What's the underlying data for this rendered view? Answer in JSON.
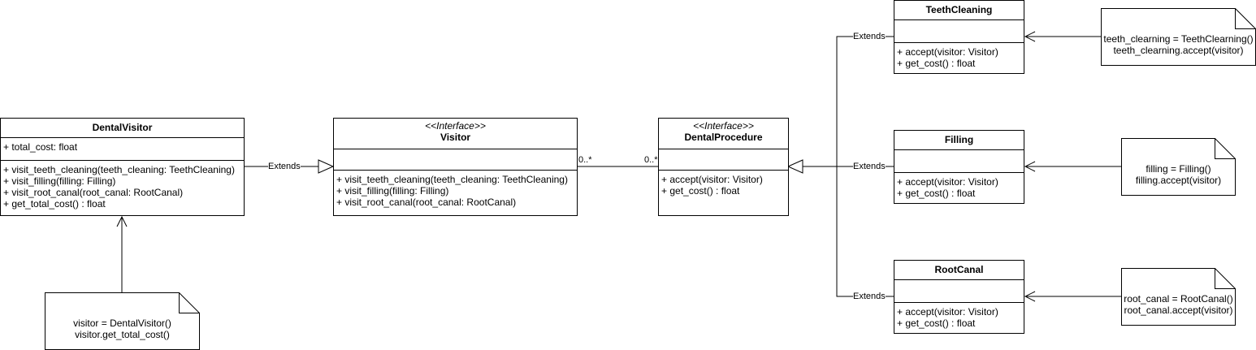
{
  "classes": {
    "dental_visitor": {
      "name": "DentalVisitor",
      "attributes": [
        "+ total_cost: float"
      ],
      "methods": [
        "+ visit_teeth_cleaning(teeth_cleaning: TeethCleaning)",
        "+ visit_filling(filling: Filling)",
        "+ visit_root_canal(root_canal: RootCanal)",
        "+ get_total_cost() : float"
      ]
    },
    "visitor": {
      "stereotype": "<<Interface>>",
      "name": "Visitor",
      "methods": [
        "+ visit_teeth_cleaning(teeth_cleaning: TeethCleaning)",
        "+ visit_filling(filling: Filling)",
        "+ visit_root_canal(root_canal: RootCanal)"
      ]
    },
    "dental_procedure": {
      "stereotype": "<<Interface>>",
      "name": "DentalProcedure",
      "methods": [
        "+ accept(visitor: Visitor)",
        "+ get_cost() : float"
      ]
    },
    "teeth_cleaning": {
      "name": "TeethCleaning",
      "methods": [
        "+ accept(visitor: Visitor)",
        "+ get_cost() : float"
      ]
    },
    "filling": {
      "name": "Filling",
      "methods": [
        "+ accept(visitor: Visitor)",
        "+ get_cost() : float"
      ]
    },
    "root_canal": {
      "name": "RootCanal",
      "methods": [
        "+ accept(visitor: Visitor)",
        "+ get_cost() : float"
      ]
    }
  },
  "notes": {
    "visitor_usage": [
      "visitor = DentalVisitor()",
      "visitor.get_total_cost()"
    ],
    "teeth_cleaning_usage": [
      "teeth_clearning = TeethClearning()",
      "teeth_clearning.accept(visitor)"
    ],
    "filling_usage": [
      "filling =  Filling()",
      "filling.accept(visitor)"
    ],
    "root_canal_usage": [
      "root_canal = RootCanal()",
      "root_canal.accept(visitor)"
    ]
  },
  "edge_labels": {
    "extends": "Extends",
    "multiplicity_left": "0..*",
    "multiplicity_right": "0..*"
  }
}
